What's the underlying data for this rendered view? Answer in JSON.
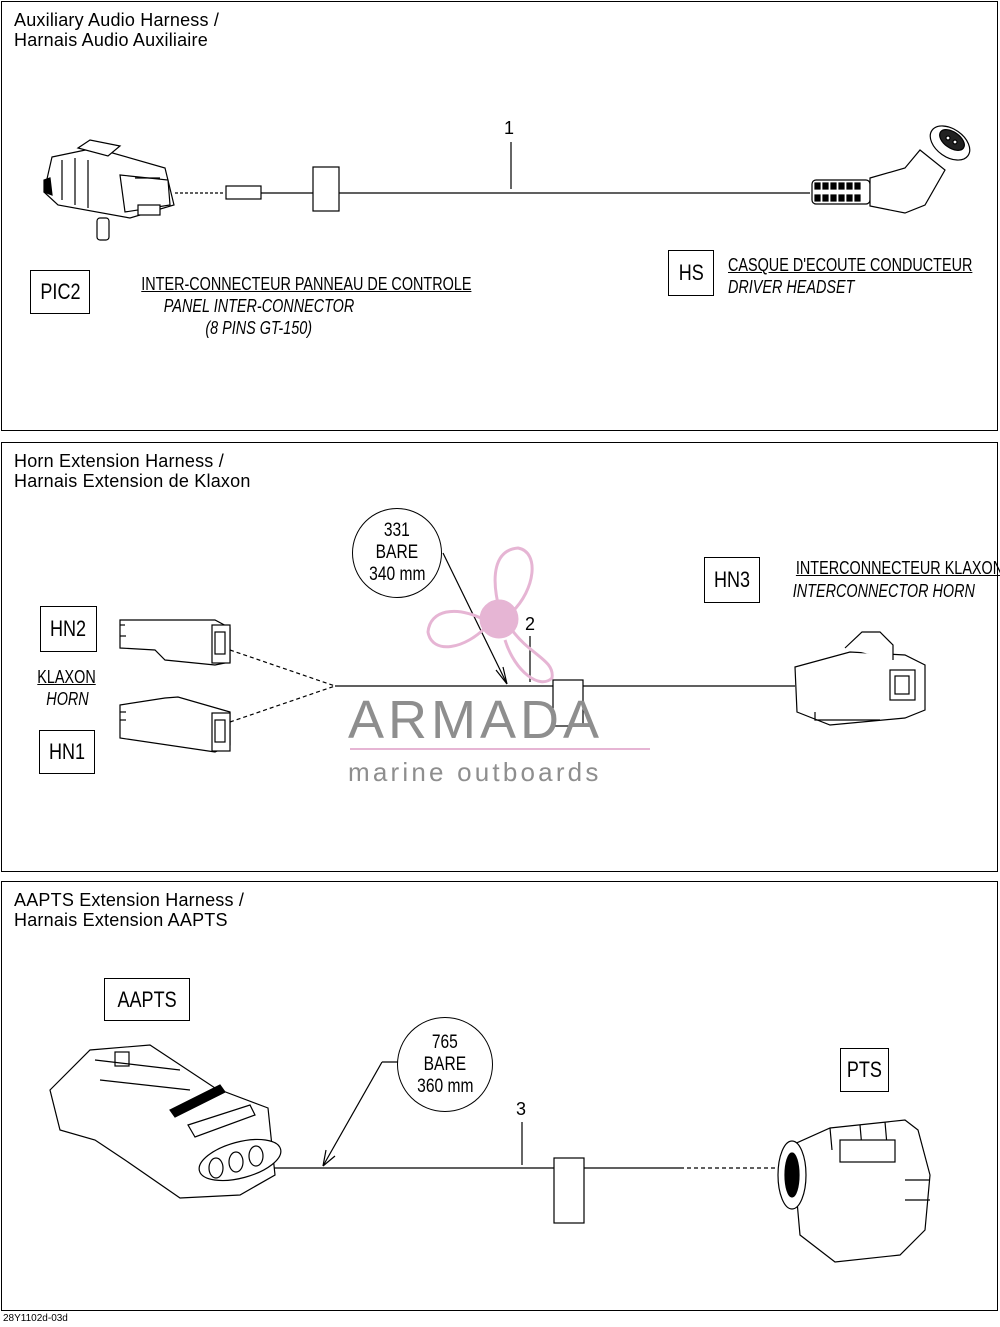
{
  "panels": {
    "audio": {
      "title_line1": "Auxiliary Audio Harness /",
      "title_line2": "Harnais Audio Auxiliaire",
      "item_number": "1",
      "pic2_code": "PIC2",
      "pic2_label_fr": "INTER-CONNECTEUR PANNEAU DE CONTROLE",
      "pic2_label_en": "PANEL INTER-CONNECTOR",
      "pic2_label_spec": "(8 PINS GT-150)",
      "hs_code": "HS",
      "hs_label_fr": "CASQUE D'ECOUTE CONDUCTEUR",
      "hs_label_en": "DRIVER HEADSET"
    },
    "horn": {
      "title_line1": "Horn Extension Harness /",
      "title_line2": "Harnais Extension de Klaxon",
      "item_number": "2",
      "bubble_line1": "331",
      "bubble_line2": "BARE",
      "bubble_line3": "340 mm",
      "hn2_code": "HN2",
      "hn1_code": "HN1",
      "klaxon_fr": "KLAXON",
      "klaxon_en": "HORN",
      "hn3_code": "HN3",
      "hn3_label_fr": "INTERCONNECTEUR KLAXON",
      "hn3_label_en": "INTERCONNECTOR HORN"
    },
    "aapts": {
      "title_line1": "AAPTS Extension Harness /",
      "title_line2": "Harnais Extension AAPTS",
      "item_number": "3",
      "bubble_line1": "765",
      "bubble_line2": "BARE",
      "bubble_line3": "360 mm",
      "aapts_code": "AAPTS",
      "pts_code": "PTS"
    }
  },
  "watermark": {
    "brand": "ARMADA",
    "tagline": "marine outboards",
    "color": "#e6b5d4"
  },
  "footer": {
    "drawing_id": "28Y1102d-03d"
  }
}
